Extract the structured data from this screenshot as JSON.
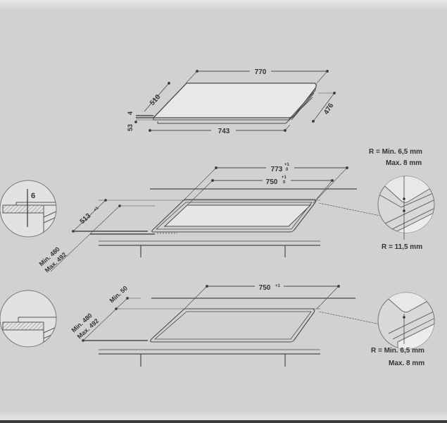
{
  "diagram": {
    "type": "hob installation dimensions",
    "colors": {
      "background": "#d0d1d3",
      "line": "#4a4a4a",
      "text": "#333333",
      "panel_fill": "#e8e8e8"
    },
    "hob": {
      "width": "770",
      "depth": "510",
      "bottom_width": "743",
      "bottom_depth": "476",
      "height_total": "53",
      "glass_thickness": "4"
    },
    "flush_mount": {
      "cutout_outer_width": "773",
      "cutout_outer_width_tol_top": "+1",
      "cutout_outer_width_tol_bottom": "0",
      "cutout_inner_width": "750",
      "cutout_inner_width_tol_top": "+1",
      "cutout_inner_width_tol_bottom": "0",
      "cutout_outer_depth": "513",
      "cutout_outer_depth_tol_top": "+1",
      "cutout_outer_depth_tol_bottom": "0",
      "inner_depth_min": "Min. 480",
      "inner_depth_max": "Max. 492",
      "rebate_depth": "6",
      "corner_radius_inner_min": "R = Min. 6,5 mm",
      "corner_radius_inner_max": "Max. 8 mm",
      "corner_radius_outer": "R = 11,5 mm"
    },
    "standard_mount": {
      "cutout_width": "750",
      "cutout_width_tol": "+1",
      "depth_min": "Min. 480",
      "depth_max": "Max. 492",
      "wall_distance": "Min. 50",
      "corner_radius_min": "R = Min. 6,5 mm",
      "corner_radius_max": "Max. 8 mm"
    }
  }
}
